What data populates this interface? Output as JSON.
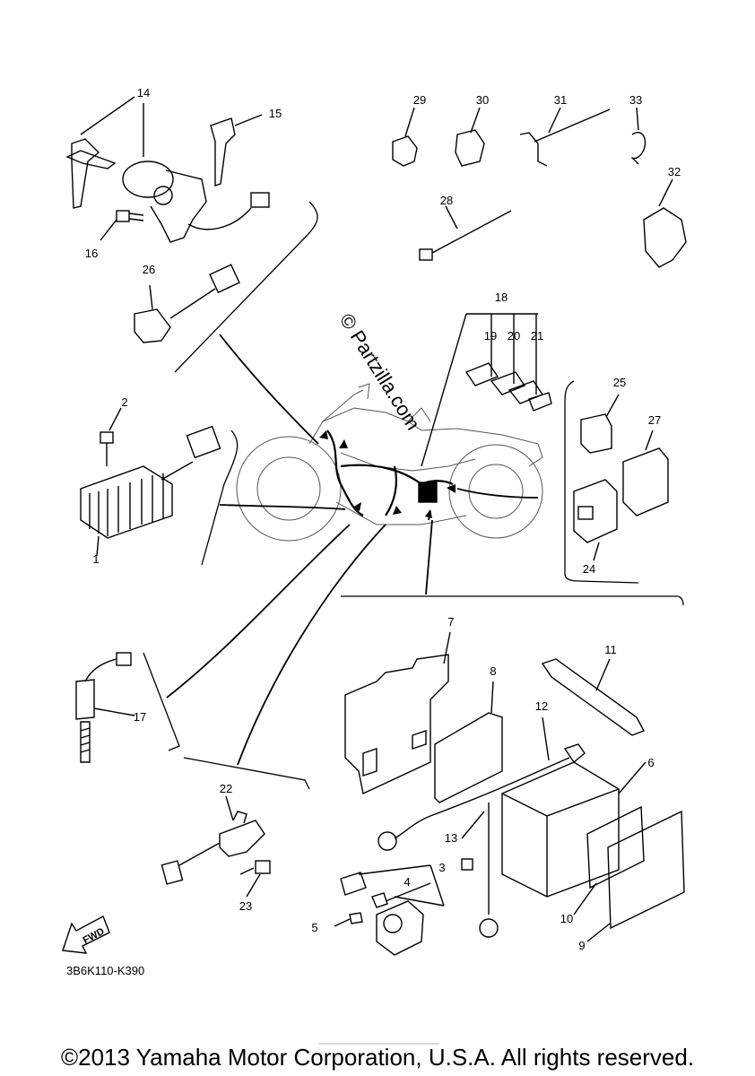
{
  "watermark": "© Partzilla.com",
  "diagram_code": "3B6K110-K390",
  "fwd_label": "FWD",
  "copyright": "©2013 Yamaha Motor Corporation, U.S.A. All rights reserved.",
  "callouts": {
    "c1": "1",
    "c2": "2",
    "c3": "3",
    "c4": "4",
    "c5": "5",
    "c6": "6",
    "c7": "7",
    "c8": "8",
    "c9": "9",
    "c10": "10",
    "c11": "11",
    "c12": "12",
    "c13": "13",
    "c14": "14",
    "c15": "15",
    "c16": "16",
    "c17": "17",
    "c18": "18",
    "c19": "19",
    "c20": "20",
    "c21": "21",
    "c22": "22",
    "c23": "23",
    "c24": "24",
    "c25": "25",
    "c26": "26",
    "c27": "27",
    "c28": "28",
    "c29": "29",
    "c30": "30",
    "c31": "31",
    "c32": "32",
    "c33": "33"
  },
  "colors": {
    "ink": "#000000",
    "paper": "#ffffff"
  }
}
